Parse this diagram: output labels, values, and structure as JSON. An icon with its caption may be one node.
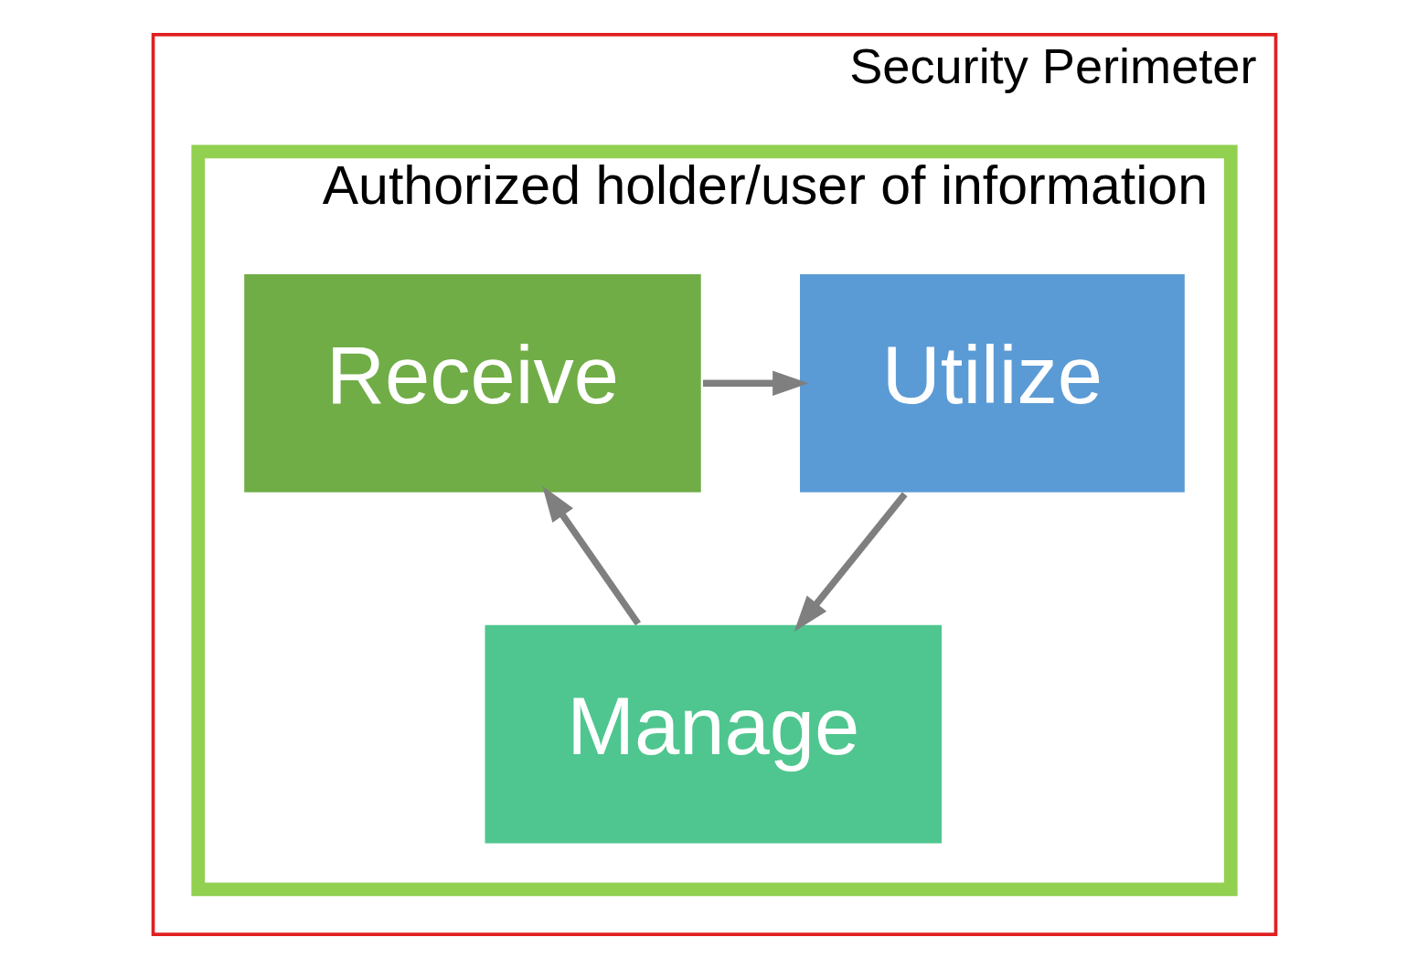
{
  "diagram": {
    "nodes": [
      {
        "text": [
          "Security Perimeter"
        ]
      },
      {
        "text": [
          "Authorized holder/user of information"
        ],
        "in": 0
      },
      {
        "text": [
          "Receive"
        ],
        "in": 1
      },
      {
        "text": [
          "Utilize"
        ],
        "in": 1
      },
      {
        "text": [
          "Manage"
        ],
        "in": 1
      }
    ],
    "edges": [
      {
        "from": 2,
        "to": 3,
        "arrow": "to"
      },
      {
        "from": 3,
        "to": 4,
        "arrow": "to"
      },
      {
        "from": 4,
        "to": 2,
        "arrow": "to"
      }
    ]
  }
}
